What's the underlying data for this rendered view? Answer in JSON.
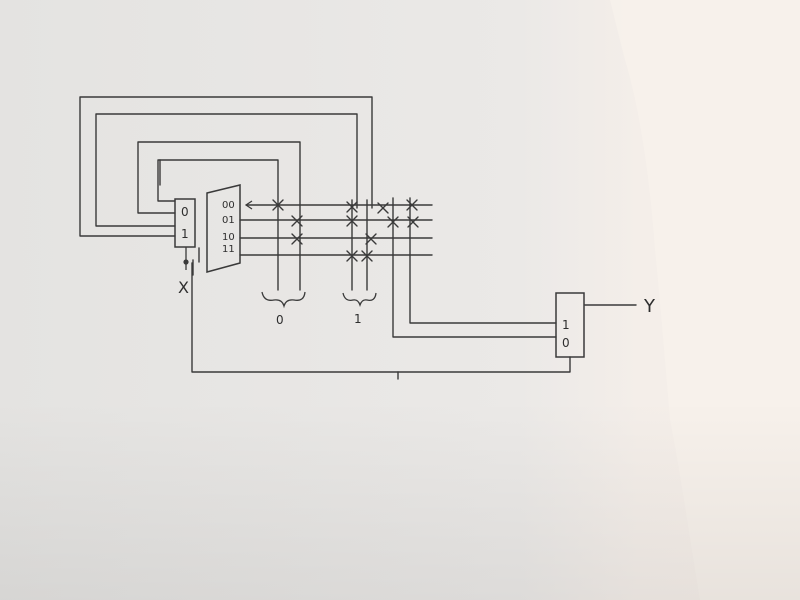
{
  "diagram": {
    "mux_left_inputs": [
      "0",
      "1"
    ],
    "select_x": "X",
    "decoder_codes": [
      "00",
      "01",
      "10",
      "11"
    ],
    "group_labels": [
      "0",
      "1"
    ],
    "mux_right_inputs": [
      "1",
      "0"
    ],
    "output_y": "Y"
  },
  "colors": {
    "ink": "#3a3a3a",
    "paper": "#ebe9e6",
    "shadow": "#f2f0ee"
  }
}
